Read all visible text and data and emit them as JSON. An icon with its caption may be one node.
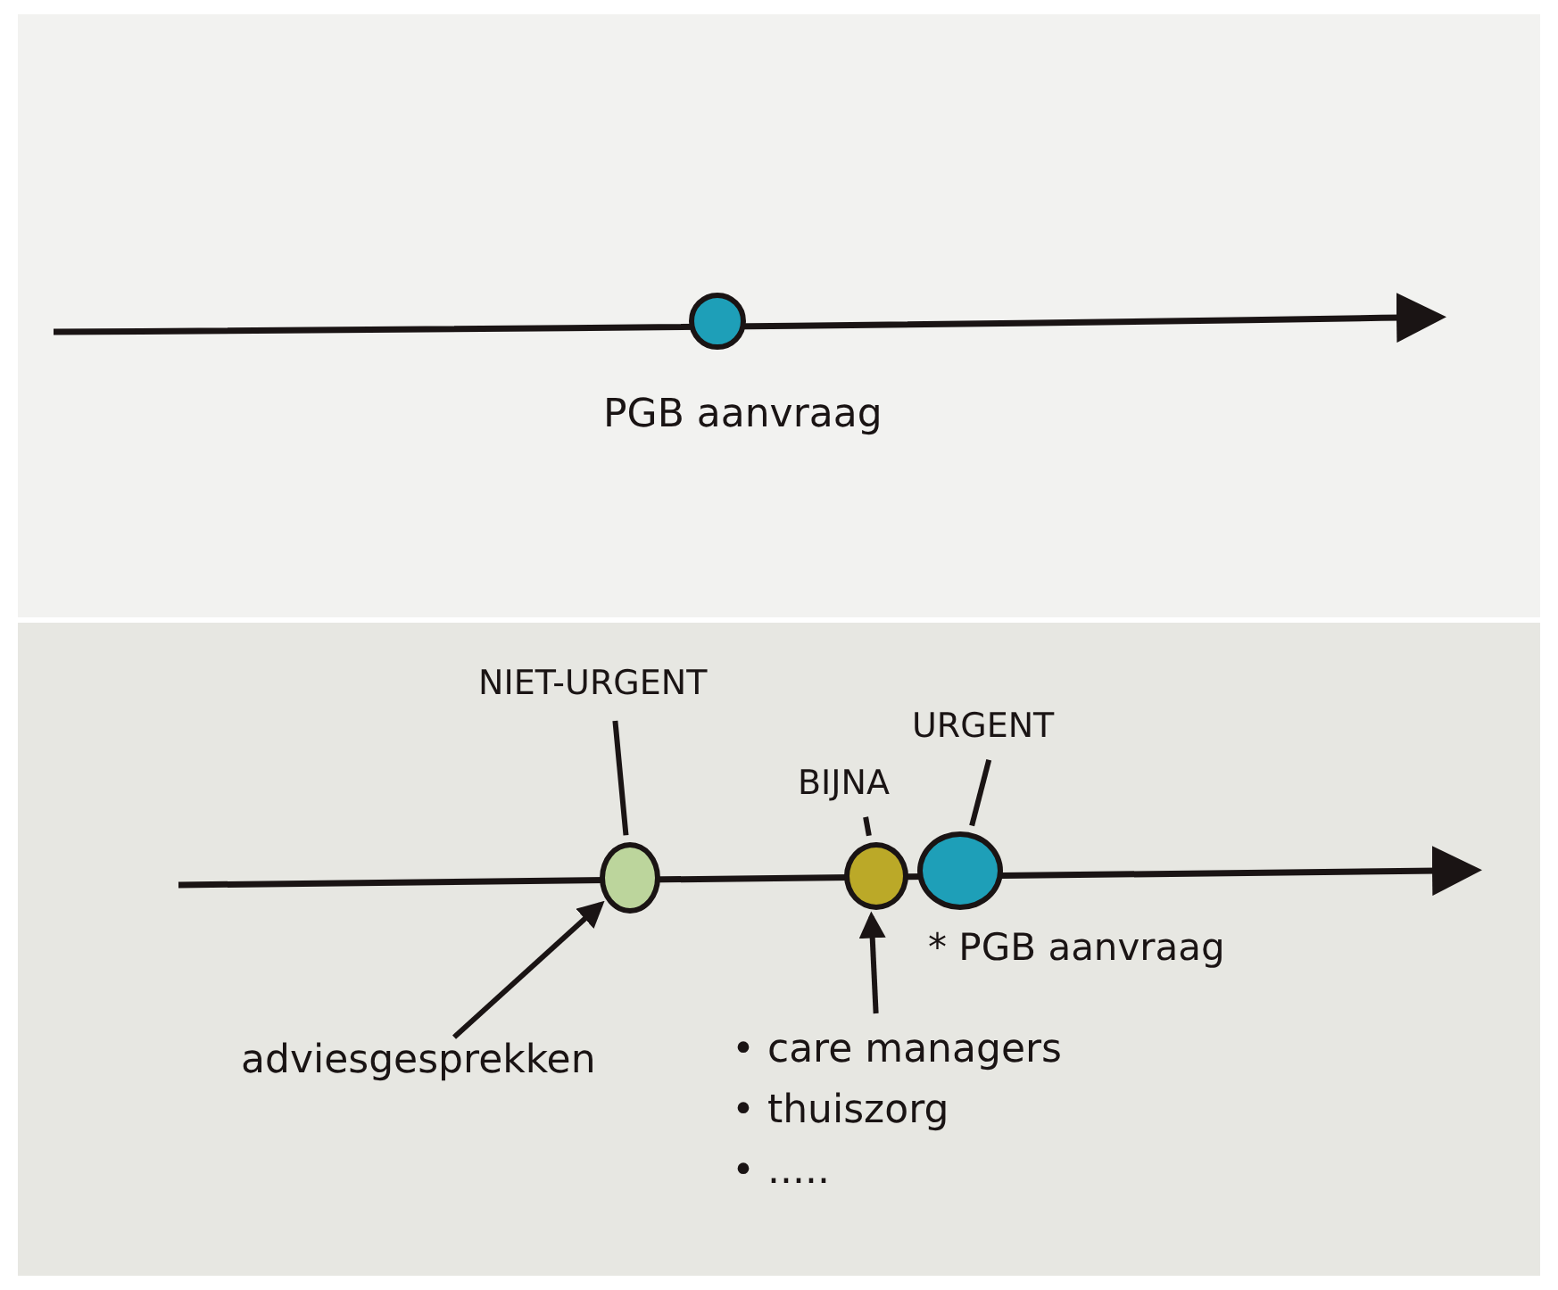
{
  "diagram": {
    "nodes": [
      {
        "text": [],
        "shape": "circle",
        "beside": [
          "PGB aanvraag"
        ]
      },
      {
        "text": [
          "NIET-URGENT"
        ]
      },
      {
        "text": [],
        "shape": "circle"
      },
      {
        "text": [
          "BIJNA"
        ]
      },
      {
        "text": [],
        "shape": "circle"
      },
      {
        "text": [
          "URGENT"
        ]
      },
      {
        "text": [],
        "shape": "circle",
        "beside": [
          "* PGB aanvraag"
        ]
      },
      {
        "text": [
          "adviesgesprekken"
        ]
      },
      {
        "text": [
          "• care managers",
          "• thuiszorg",
          "• ....."
        ]
      }
    ],
    "edges": [
      {
        "from": 1,
        "to": 2,
        "arrow": "none"
      },
      {
        "from": 3,
        "to": 4,
        "arrow": "none"
      },
      {
        "from": 5,
        "to": 6,
        "arrow": "none"
      },
      {
        "from": 7,
        "to": 2,
        "arrow": "to"
      },
      {
        "from": 8,
        "to": 4,
        "arrow": "to"
      }
    ]
  }
}
